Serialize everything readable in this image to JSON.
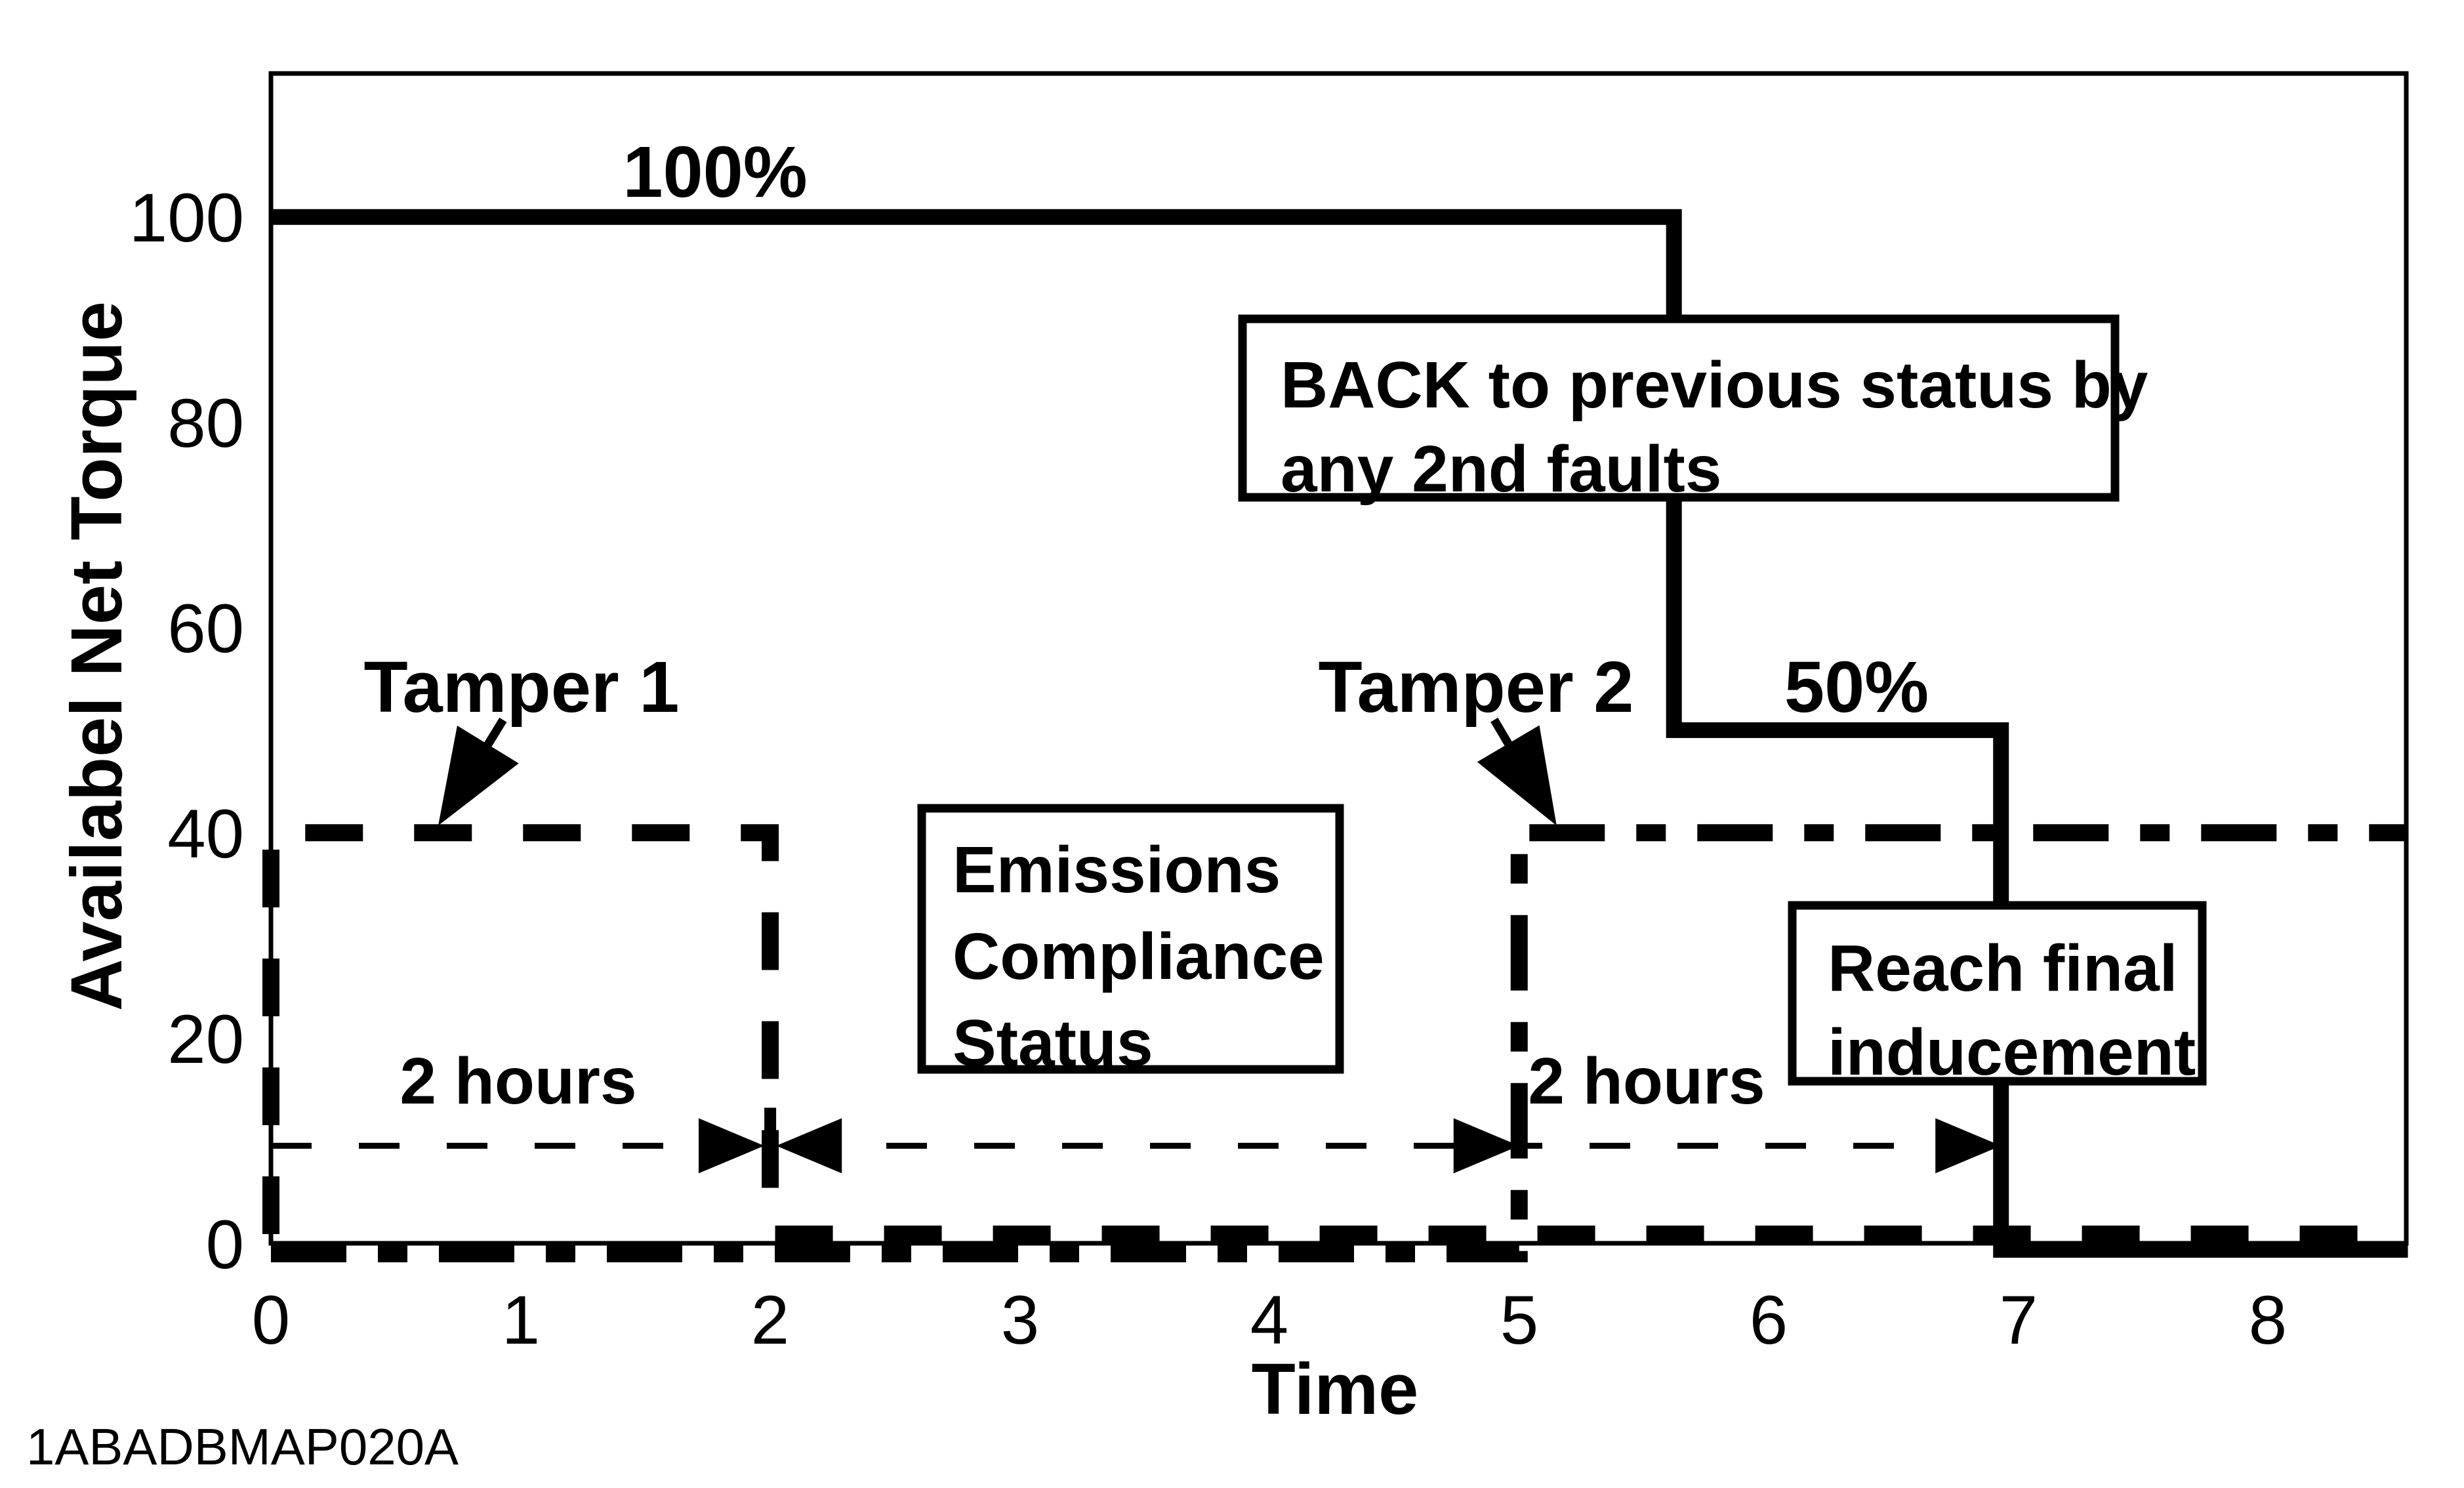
{
  "colors": {
    "ink": "#000000",
    "paper": "#ffffff"
  },
  "chart_data": {
    "type": "line",
    "title": "",
    "xlabel": "Time",
    "ylabel": "Availabel Net Torque",
    "xlim": [
      0,
      8.56
    ],
    "ylim": [
      0,
      114
    ],
    "grid": false,
    "legend": "none",
    "xticks": [
      0,
      1,
      2,
      3,
      4,
      5,
      6,
      7,
      8
    ],
    "yticks": [
      0,
      20,
      40,
      60,
      80,
      100
    ],
    "series": [
      {
        "name": "available-net-torque-solid",
        "style": "solid",
        "points": [
          [
            0,
            100
          ],
          [
            5.62,
            100
          ],
          [
            5.62,
            50
          ],
          [
            6.93,
            50
          ],
          [
            6.93,
            0
          ],
          [
            8.56,
            0
          ]
        ]
      },
      {
        "name": "tamper1-status-dashed",
        "style": "dashed",
        "points": [
          [
            0,
            0
          ],
          [
            0,
            40
          ],
          [
            2,
            40
          ],
          [
            2,
            0
          ],
          [
            8.56,
            0
          ]
        ]
      },
      {
        "name": "tamper2-status-dashdot",
        "style": "dashdot",
        "points": [
          [
            0,
            0
          ],
          [
            5,
            0
          ],
          [
            5,
            40
          ],
          [
            8.56,
            40
          ]
        ]
      }
    ],
    "measure_line": {
      "style": "thin-dashed",
      "v": 9.5,
      "from_t": 0,
      "to_t": 6.93,
      "bar_t": 2,
      "markers": [
        {
          "t": 1.976,
          "dir": "right"
        },
        {
          "t": 2.024,
          "dir": "left"
        },
        {
          "t": 5,
          "dir": "right"
        },
        {
          "t": 6.93,
          "dir": "right"
        }
      ]
    },
    "callout_arrows": [
      {
        "name": "tamper1-arrow",
        "from": [
          0.93,
          51
        ],
        "to": [
          0.67,
          40.7
        ]
      },
      {
        "name": "tamper2-arrow",
        "from": [
          4.9,
          51
        ],
        "to": [
          5.15,
          40.7
        ]
      }
    ]
  },
  "labels": {
    "pct100": "100%",
    "pct50": "50%",
    "tamper1": "Tamper 1",
    "tamper2": "Tamper 2",
    "hours_left": "2 hours",
    "hours_right": "2 hours",
    "yticks": [
      "100",
      "80",
      "60",
      "40",
      "20",
      "0"
    ],
    "xticks": [
      "0",
      "1",
      "2",
      "3",
      "4",
      "5",
      "6",
      "7",
      "8"
    ]
  },
  "boxes": {
    "back": {
      "lines": [
        "BACK to previous status by",
        "any 2nd faults"
      ]
    },
    "emissions": {
      "lines": [
        "Emissions",
        "Compliance",
        "Status"
      ]
    },
    "reach": {
      "lines": [
        "Reach final",
        "inducement"
      ]
    }
  },
  "axis": {
    "x_title": "Time",
    "y_title": "Availabel Net Torque"
  },
  "footer": {
    "code": "1ABADBMAP020A"
  }
}
